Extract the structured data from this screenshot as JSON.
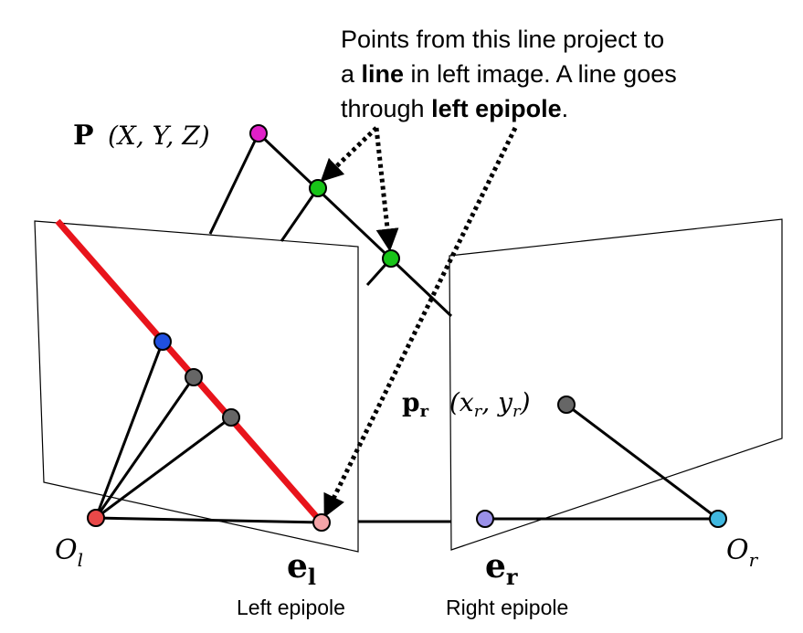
{
  "annotation": {
    "line1": "Points from this line project to",
    "line2_prefix": "a ",
    "line2_bold": "line",
    "line2_suffix": " in left image. A line goes",
    "line3_prefix": "through ",
    "line3_bold": "left epipole",
    "line3_suffix": "."
  },
  "labels": {
    "P_symbol": "P",
    "P_coords": "(X, Y, Z)",
    "pr_symbol": "p",
    "pr_subscript": "r",
    "pr_coords": "(x",
    "pr_coords_r1": "r",
    "pr_coords_mid": ", y",
    "pr_coords_r2": "r",
    "pr_coords_end": ")",
    "Ol_main": "O",
    "Ol_sub": "l",
    "Or_main": "O",
    "Or_sub": "r",
    "el_main": "e",
    "el_sub": "l",
    "er_main": "e",
    "er_sub": "r"
  },
  "captions": {
    "left_epipole": "Left epipole",
    "right_epipole": "Right epipole"
  },
  "colors": {
    "epipolar_line": "#e8141c",
    "point_P": "#e020c8",
    "point_on_ray": "#18c418",
    "point_blue": "#2050e0",
    "point_gray": "#666666",
    "point_Ol": "#e84848",
    "point_el": "#f4a4a8",
    "point_er": "#9a90e8",
    "point_Or": "#40b8e0"
  }
}
